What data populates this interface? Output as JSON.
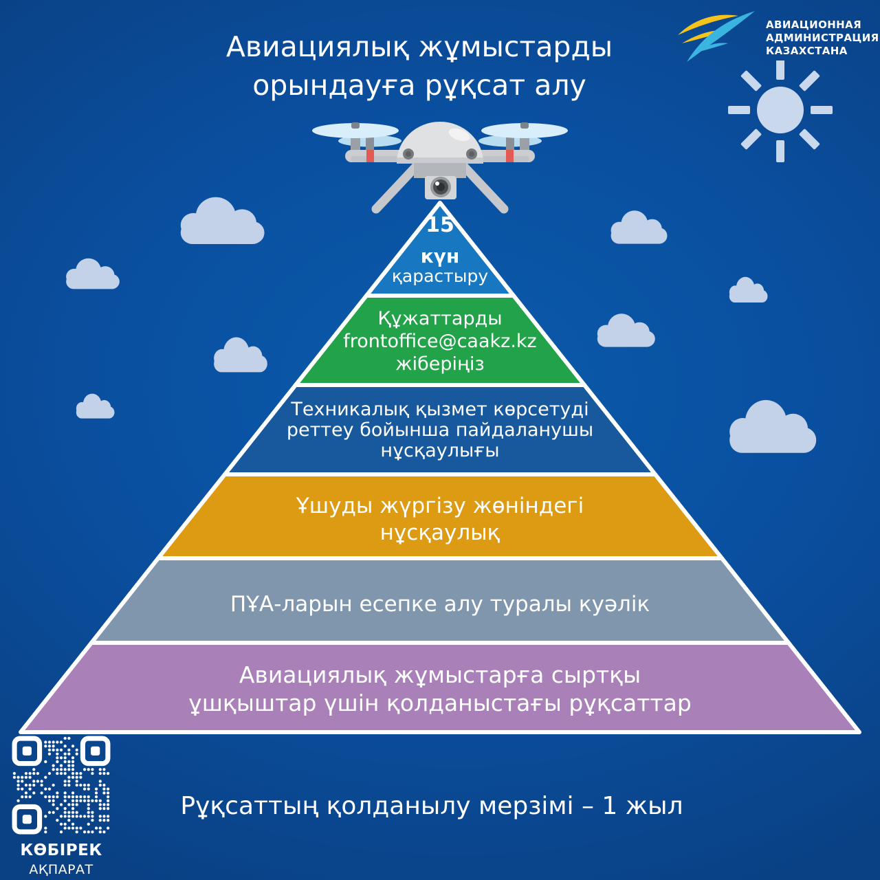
{
  "poster": {
    "title_line1": "Авиациялық жұмыстарды",
    "title_line2": "орындауға рұқсат алу",
    "footer": "Рұқсаттың қолданылу мерзімі – 1 жыл"
  },
  "logo": {
    "name_line1": "АВИАЦИОННАЯ",
    "name_line2": "АДМИНИСТРАЦИЯ",
    "name_line3": "КАЗАХСТАНА",
    "wing_yellow": "#f6c31c",
    "wing_cyan": "#3ab5e0"
  },
  "pyramid": {
    "levels": [
      {
        "id": "review-days",
        "color": "#1778c1",
        "line1": "15",
        "line2": "күн",
        "line3": "қарастыру"
      },
      {
        "id": "send-documents",
        "color": "#22a34a",
        "line1": "Құжаттарды",
        "line2": "frontoffice@caakz.kz",
        "line3": "жіберіңіз"
      },
      {
        "id": "maintenance-manual",
        "color": "#17599c",
        "line1": "Техникалық қызмет көрсетуді",
        "line2": "реттеу бойынша пайдаланушы",
        "line3": "нұсқаулығы"
      },
      {
        "id": "flight-manual",
        "color": "#dd9a13",
        "line1": "Ұшуды жүргізу жөніндегі",
        "line2": "нұсқаулық"
      },
      {
        "id": "uav-certificate",
        "color": "#8096ad",
        "line1": "ПҰА-ларын есепке алу туралы куәлік"
      },
      {
        "id": "external-pilot-permits",
        "color": "#a981b8",
        "line1": "Авиациялық жұмыстарға сыртқы",
        "line2": "ұшқыштар үшін қолданыстағы рұқсаттар"
      }
    ]
  },
  "qr": {
    "label_line1": "КӨБІРЕК",
    "label_line2": "АҚПАРАТ"
  }
}
